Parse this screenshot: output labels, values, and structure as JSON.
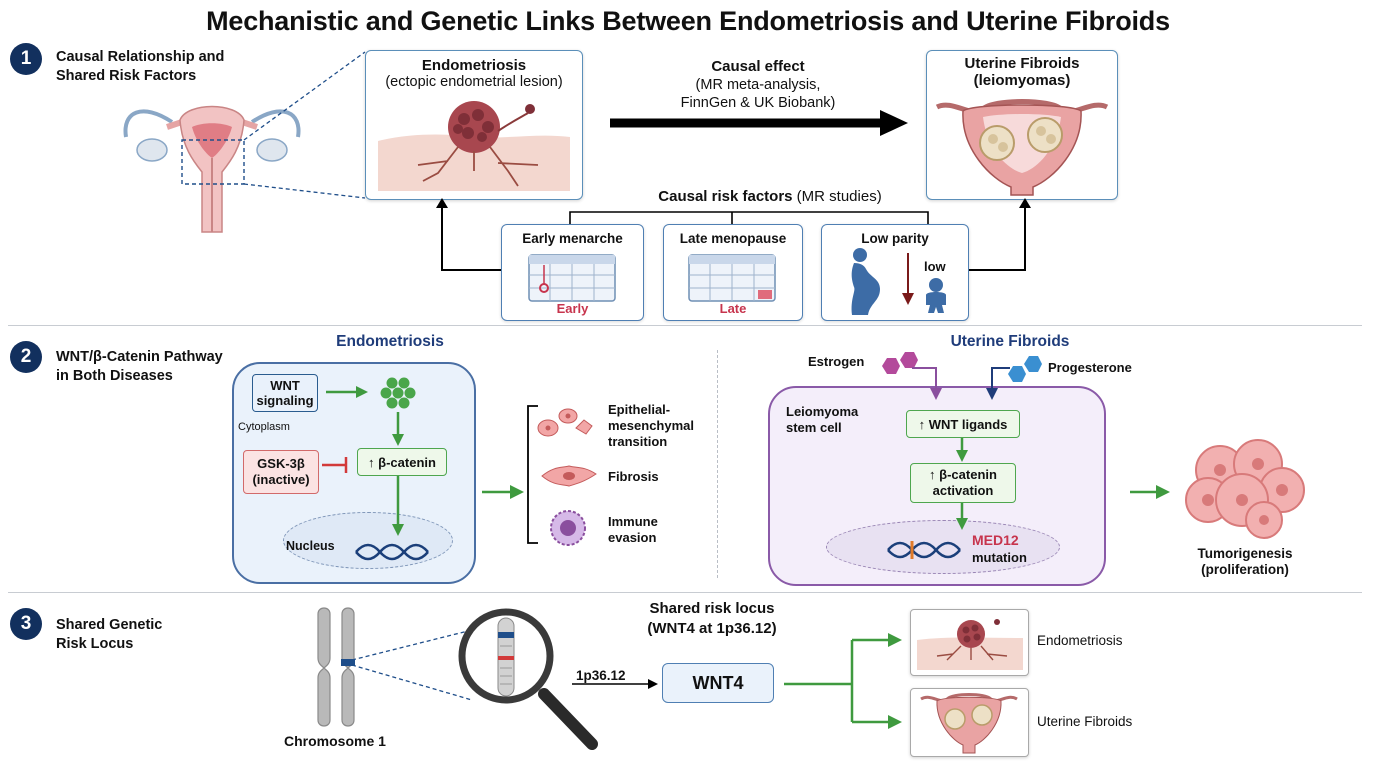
{
  "title": "Mechanistic and Genetic Links Between Endometriosis and Uterine Fibroids",
  "colors": {
    "navy": "#12305e",
    "green": "#3f9a3f",
    "red": "#c7344d",
    "purple": "#8a4f9e",
    "blue": "#2a5c8f"
  },
  "section1": {
    "badge": "1",
    "label": "Causal Relationship and\nShared Risk Factors",
    "endo_title": "Endometriosis",
    "endo_sub": "(ectopic endometrial lesion)",
    "causal_title": "Causal effect",
    "causal_sub1": "(MR meta-analysis,",
    "causal_sub2": "FinnGen & UK Biobank)",
    "fibroid_title1": "Uterine Fibroids",
    "fibroid_title2": "(leiomyomas)",
    "risk_title_bold": "Causal risk factors",
    "risk_title_rest": " (MR studies)",
    "risk_factors": [
      {
        "title": "Early menarche",
        "caption": "Early",
        "icon": "calendar-icon"
      },
      {
        "title": "Late menopause",
        "caption": "Late",
        "icon": "calendar-icon"
      },
      {
        "title": "Low parity",
        "caption": "low",
        "icon": "pregnant-woman-icon"
      }
    ]
  },
  "section2": {
    "badge": "2",
    "label": "WNT/β-Catenin Pathway\nin Both Diseases",
    "endo_heading": "Endometriosis",
    "wnt_signaling": "WNT\nsignaling",
    "cytoplasm": "Cytoplasm",
    "gsk": "GSK-3β\n(inactive)",
    "beta_catenin": "↑ β-catenin",
    "nucleus": "Nucleus",
    "outcomes": [
      {
        "label": "Epithelial-\nmesenchymal\ntransition",
        "icon": "emt-cells-icon"
      },
      {
        "label": "Fibrosis",
        "icon": "fibroblast-icon"
      },
      {
        "label": "Immune\nevasion",
        "icon": "immune-cell-icon"
      }
    ],
    "fibroid_heading": "Uterine Fibroids",
    "estrogen": "Estrogen",
    "progesterone": "Progesterone",
    "stem_cell": "Leiomyoma\nstem cell",
    "wnt_ligands": "↑ WNT ligands",
    "beta_act": "↑ β-catenin\nactivation",
    "med12": "MED12",
    "mutation": "mutation",
    "tumor": "Tumorigenesis\n(proliferation)"
  },
  "section3": {
    "badge": "3",
    "label": "Shared Genetic\nRisk Locus",
    "chromosome": "Chromosome 1",
    "locus_title1": "Shared risk locus",
    "locus_title2": "(WNT4 at 1p36.12)",
    "band": "1p36.12",
    "gene": "WNT4",
    "results": [
      "Endometriosis",
      "Uterine Fibroids"
    ]
  }
}
